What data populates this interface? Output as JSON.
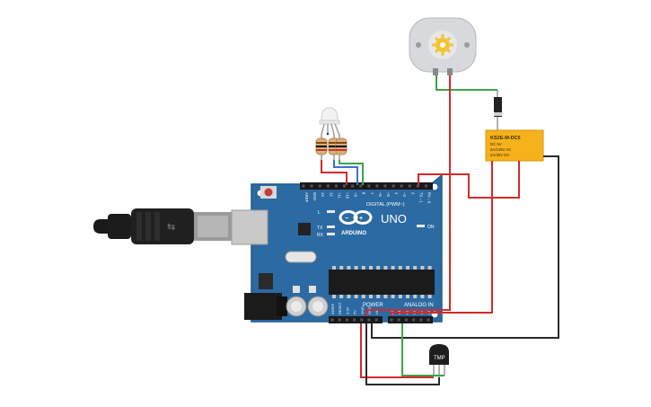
{
  "board": {
    "model_label": "UNO",
    "brand_label": "ARDUINO",
    "digital_label": "DIGITAL (PWM~)",
    "power_label": "POWER",
    "analog_label": "ANALOG IN",
    "on_label": "ON",
    "l_label": "L",
    "tx_label": "TX",
    "rx_label": "RX",
    "aref_label": "AREF",
    "gnd_label": "GND",
    "digital_pins": [
      "13",
      "12",
      "~11",
      "~10",
      "~9",
      "8",
      "7",
      "~6",
      "~5",
      "4",
      "~3",
      "2",
      "TX→1",
      "RX←0"
    ],
    "power_pins": [
      "IOREF",
      "RESET",
      "3.3V",
      "5V",
      "GND",
      "GND",
      "Vin"
    ],
    "analog_pins": [
      "A0",
      "A1",
      "A2",
      "A3",
      "A4",
      "A5"
    ]
  },
  "relay": {
    "part_label": "KS2E-M-DC5",
    "spec_lines": [
      "DC 5V",
      "5A/125V AC",
      "2A/30V DC"
    ]
  },
  "sensor": {
    "label": "TMP"
  },
  "colors": {
    "board": "#2b6aa3",
    "board_dark": "#1f5a8f",
    "wire_red": "#d42a2a",
    "wire_black": "#2b2b2b",
    "wire_green": "#3aa44a",
    "wire_blue": "#3b6fd6",
    "relay": "#f6b21b",
    "motor": "#d7d9dc",
    "gear": "#f4c430"
  }
}
